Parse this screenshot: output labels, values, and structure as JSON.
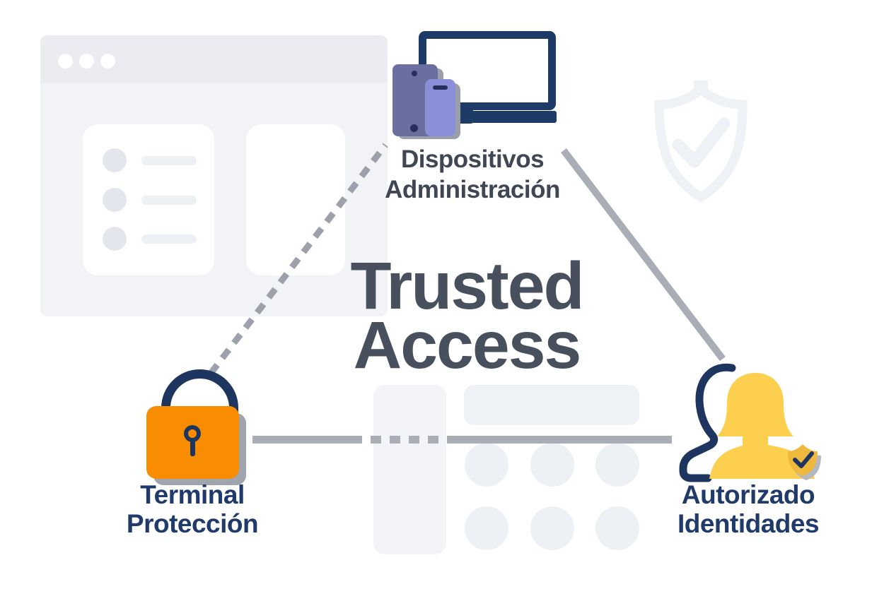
{
  "title": {
    "line1": "Trusted",
    "line2": "Access"
  },
  "nodes": {
    "devices": {
      "line1": "Dispositivos",
      "line2": "Administración"
    },
    "terminal": {
      "line1": "Terminal",
      "line2": "Protección"
    },
    "identities": {
      "line1": "Autorizado",
      "line2": "Identidades"
    }
  },
  "icons": {
    "devices": "laptop-tablet-phone-icon",
    "terminal": "padlock-icon",
    "identities": "user-with-shield-check-icon",
    "top_right_watermark": "shield-check-watermark-icon",
    "bottom_center_watermark": "list-and-grid-watermark",
    "top_left": "browser-window-illustration"
  },
  "colors": {
    "title_text": "#48505e",
    "devices_label_text": "#3f4654",
    "navy_label_text": "#1f3a6b",
    "navy_stroke": "#1e3560",
    "lock_orange": "#f88d01",
    "person_yellow": "#fcd04e",
    "shield_gold": "#efb93d",
    "tablet_purple": "#6a6f9f",
    "phone_purple": "#8b8fd9",
    "connector_gray": "#a8adb6",
    "window_bg": "#f1f3f7",
    "watermark_gray": "#eef1f5"
  }
}
